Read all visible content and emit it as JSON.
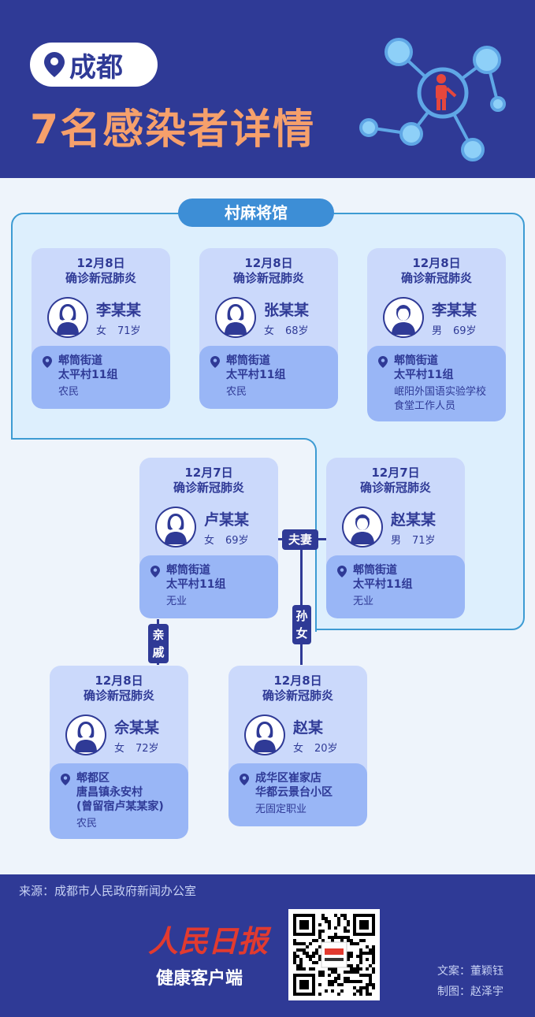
{
  "header": {
    "city": "成都",
    "title": "7名感染者详情"
  },
  "region_label": "村麻将馆",
  "colors": {
    "navy": "#2f3a96",
    "orange": "#f6a06b",
    "card": "#cbd9fb",
    "card_bottom": "#99b6f6",
    "region": "#ddeffd",
    "region_border": "#3d9bd3"
  },
  "cards": [
    {
      "date": "12月8日",
      "diagnosis": "确诊新冠肺炎",
      "name": "李某某",
      "gender": "女",
      "age": "71岁",
      "address": [
        "郫筒街道",
        "太平村11组"
      ],
      "job": [
        "农民"
      ],
      "avatar": "female-avatar-icon"
    },
    {
      "date": "12月8日",
      "diagnosis": "确诊新冠肺炎",
      "name": "张某某",
      "gender": "女",
      "age": "68岁",
      "address": [
        "郫筒街道",
        "太平村11组"
      ],
      "job": [
        "农民"
      ],
      "avatar": "female-avatar-icon"
    },
    {
      "date": "12月8日",
      "diagnosis": "确诊新冠肺炎",
      "name": "李某某",
      "gender": "男",
      "age": "69岁",
      "address": [
        "郫筒街道",
        "太平村11组"
      ],
      "job": [
        "岷阳外国语实验学校",
        "食堂工作人员"
      ],
      "avatar": "male-avatar-icon"
    },
    {
      "date": "12月7日",
      "diagnosis": "确诊新冠肺炎",
      "name": "卢某某",
      "gender": "女",
      "age": "69岁",
      "address": [
        "郫筒街道",
        "太平村11组"
      ],
      "job": [
        "无业"
      ],
      "avatar": "female-avatar-icon"
    },
    {
      "date": "12月7日",
      "diagnosis": "确诊新冠肺炎",
      "name": "赵某某",
      "gender": "男",
      "age": "71岁",
      "address": [
        "郫筒街道",
        "太平村11组"
      ],
      "job": [
        "无业"
      ],
      "avatar": "male-avatar-icon"
    },
    {
      "date": "12月8日",
      "diagnosis": "确诊新冠肺炎",
      "name": "佘某某",
      "gender": "女",
      "age": "72岁",
      "address": [
        "郫都区",
        "唐昌镇永安村",
        "(曾留宿卢某某家)"
      ],
      "job": [
        "农民"
      ],
      "avatar": "female-avatar-icon"
    },
    {
      "date": "12月8日",
      "diagnosis": "确诊新冠肺炎",
      "name": "赵某",
      "gender": "女",
      "age": "20岁",
      "address": [
        "成华区崔家店",
        "华都云景台小区"
      ],
      "job": [
        "无固定职业"
      ],
      "avatar": "female-avatar-icon"
    }
  ],
  "relations": {
    "spouse": "夫妻",
    "relative": [
      "亲",
      "戚"
    ],
    "granddaughter": [
      "孙",
      "女"
    ]
  },
  "footer": {
    "source": "来源：成都市人民政府新闻办公室",
    "logo_main": "人民日报",
    "logo_sub": "健康客户端",
    "writer": "文案：董颖钰",
    "designer": "制图：赵泽宇"
  }
}
